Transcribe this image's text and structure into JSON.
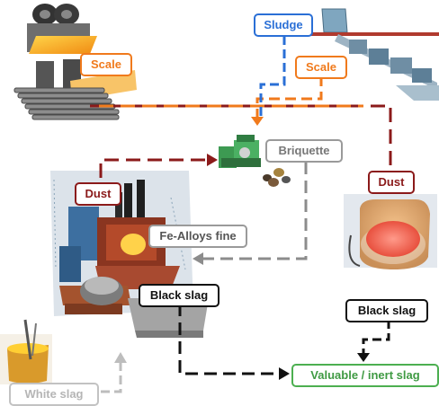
{
  "labels": {
    "sludge": "Sludge",
    "scale_left": "Scale",
    "scale_right": "Scale",
    "briquette": "Briquette",
    "dust_left": "Dust",
    "dust_right": "Dust",
    "fe_alloys_fine": "Fe-Alloys fine",
    "black_slag_center": "Black slag",
    "black_slag_right": "Black slag",
    "valuable_inert_slag": "Valuable / inert slag",
    "white_slag": "White slag"
  },
  "colors": {
    "sludge": "#2a6fd6",
    "scale": "#f07a1c",
    "dust": "#8b1a1a",
    "briquette": "#808080",
    "fe_alloys": "#9a9a9a",
    "black": "#111111",
    "valuable": "#4caf50",
    "white_slag": "#b8b8b8"
  }
}
